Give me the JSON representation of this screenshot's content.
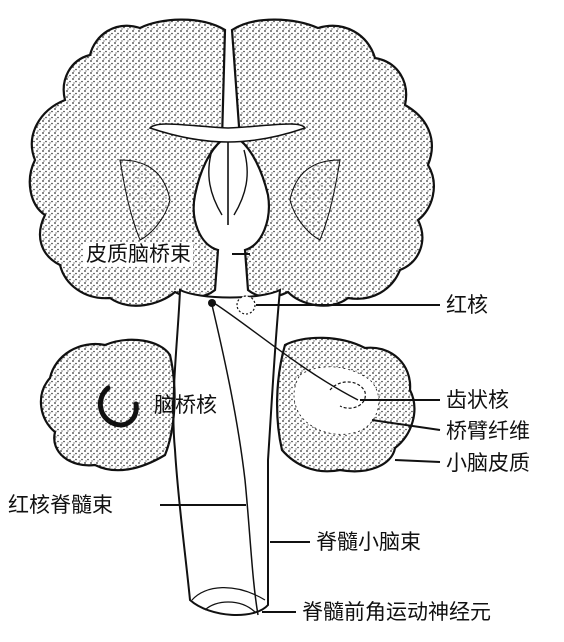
{
  "labels": {
    "corticopontine_tract": "皮质脑桥束",
    "red_nucleus": "红核",
    "pontine_nuclei": "脑桥核",
    "dentate_nucleus": "齿状核",
    "middle_cerebellar_peduncle_fibers": "桥臂纤维",
    "cerebellar_cortex": "小脑皮质",
    "rubrospinal_tract": "红核脊髓束",
    "spinocerebellar_tract": "脊髓小脑束",
    "anterior_horn_motor_neuron": "脊髓前角运动神经元"
  },
  "colors": {
    "ink": "#111111",
    "stipple": "#333333",
    "background": "#ffffff"
  }
}
